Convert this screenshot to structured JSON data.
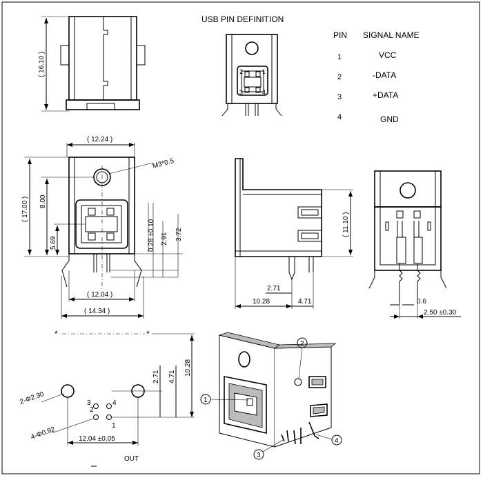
{
  "title": "USB PIN DEFINITION",
  "pin_table": {
    "header_pin": "PIN",
    "header_signal": "SIGNAL NAME",
    "rows": [
      {
        "pin": "1",
        "signal": "VCC"
      },
      {
        "pin": "2",
        "signal": "-DATA"
      },
      {
        "pin": "3",
        "signal": "+DATA"
      },
      {
        "pin": "4",
        "signal": "GND"
      }
    ]
  },
  "top_view": {
    "height": "( 16.10 )"
  },
  "front_view": {
    "width_top": "( 12.24 )",
    "thread": "M3*0.5",
    "height_total": "( 17.00 )",
    "hole_height": "8.00",
    "port_height": "5.69",
    "dim_028": "0.28 ±0.10",
    "dim_291": "2.91",
    "dim_372": "3.72",
    "width_1204": "( 12.04 )",
    "width_1434": "( 14.34 )"
  },
  "side_view": {
    "height": "( 11.10 )",
    "dim_271": "2.71",
    "dim_1028": "10.28",
    "dim_471": "4.71"
  },
  "rear_view": {
    "dim_06": "0.6",
    "dim_250": "2.50 ±0.30"
  },
  "pcb_layout": {
    "hole_big": "2-Φ2.30",
    "hole_small": "4-Φ0.92",
    "dim_271": "2.71",
    "dim_471": "4.71",
    "dim_1028": "10.28",
    "width": "12.04 ±0.05",
    "pin1": "1",
    "pin2": "2",
    "pin3": "3",
    "pin4": "4",
    "out_label": "OUT"
  },
  "iso_view": {
    "call1": "1",
    "call2": "2",
    "call3": "3",
    "call4": "4"
  }
}
